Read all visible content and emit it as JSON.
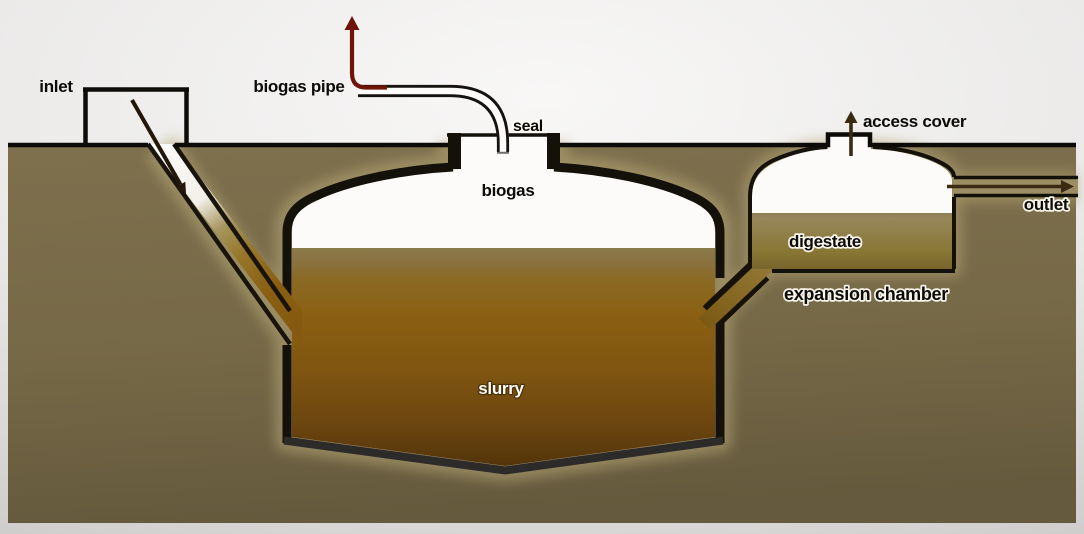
{
  "diagram": {
    "type": "biogas-digester-cross-section",
    "labels": {
      "inlet": "inlet",
      "biogas_pipe": "biogas pipe",
      "seal": "seal",
      "biogas": "biogas",
      "slurry": "slurry",
      "digestate": "digestate",
      "expansion_chamber": "expansion chamber",
      "access_cover": "access cover",
      "outlet": "outlet"
    },
    "colors": {
      "background_top": "#f7f6f5",
      "background_edge": "#d1d0cf",
      "ground": "#7e704d",
      "ground_shadow": "#695d40",
      "outline": "#14110b",
      "tank_interior": "#fcfbfa",
      "slurry": "#8a5f12",
      "slurry_dark": "#503208",
      "digestate": "#97875a",
      "channel": "#9c8e64",
      "flow_arrow": "#3a2a12",
      "inlet_arrow": "#241709",
      "gas_arrow": "#701309",
      "glow": "#b3a475"
    }
  }
}
